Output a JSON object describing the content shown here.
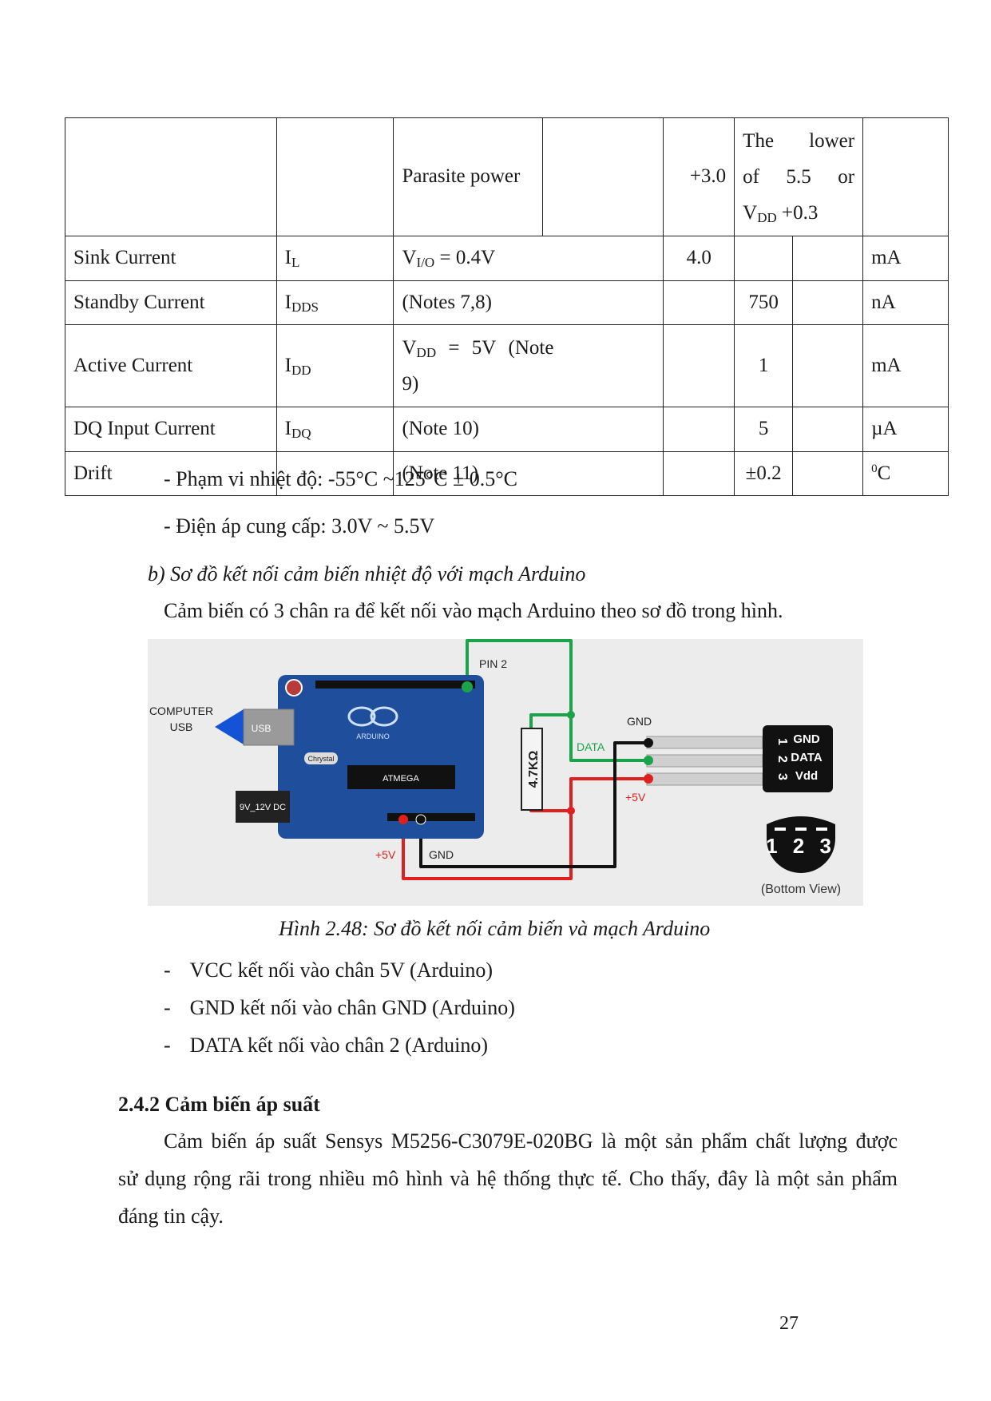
{
  "table": {
    "parasite_row": {
      "condition": "Parasite power",
      "min": "+3.0",
      "max_line1_a": "The",
      "max_line1_b": "lower",
      "max_line2_a": "of",
      "max_line2_b": "5.5",
      "max_line2_c": "or",
      "max_line3_base": "V",
      "max_line3_sub": "DD",
      "max_line3_rest": " +0.3"
    },
    "rows": [
      {
        "param": "Sink Current",
        "sym_base": "I",
        "sym_sub": "L",
        "cond_base": "V",
        "cond_sub": "I/O",
        "cond_rest": " = 0.4V",
        "min": "4.0",
        "typ": "",
        "max": "",
        "unit": "mA"
      },
      {
        "param": "Standby Current",
        "sym_base": "I",
        "sym_sub": "DDS",
        "cond": "(Notes 7,8)",
        "min": "",
        "typ": "750",
        "max": "",
        "unit": "nA"
      },
      {
        "param": "Active Current",
        "sym_base": "I",
        "sym_sub": "DD",
        "cond_l1_base": "V",
        "cond_l1_sub": "DD",
        "cond_l1_eq": "=",
        "cond_l1_v": "5V",
        "cond_l1_note": "(Note",
        "cond_l2": "9)",
        "min": "",
        "typ": "1",
        "max": "",
        "unit": "mA"
      },
      {
        "param": "DQ Input Current",
        "sym_base": "I",
        "sym_sub": "DQ",
        "cond": "(Note 10)",
        "min": "",
        "typ": "5",
        "max": "",
        "unit": "µA"
      },
      {
        "param": "Drift",
        "sym_base": "",
        "sym_sub": "",
        "cond": "(Note 11)",
        "min": "",
        "typ": "±0.2",
        "max": "",
        "unit_sup": "0",
        "unit": "C"
      }
    ]
  },
  "bullets_top": [
    "- Phạm vi nhiệt độ: -55°C ~125°C ± 0.5°C",
    "- Điện áp cung cấp: 3.0V ~ 5.5V"
  ],
  "subheading": "b)  Sơ đồ kết nối cảm biến nhiệt độ với mạch Arduino",
  "intro": "Cảm biến có 3 chân ra để kết nối vào mạch Arduino theo sơ đồ trong hình.",
  "figure": {
    "computer_usb": [
      "COMPUTER",
      "USB"
    ],
    "usb": "USB",
    "power_jack": "9V_12V DC",
    "crystal": "Chrystal",
    "atmega": "ATMEGA",
    "arduino_logo": "ARDUINO",
    "pin2": "PIN 2",
    "resistor": "4.7KΩ",
    "data_wire": "DATA",
    "gnd_wire": "GND",
    "plus5v_right": "+5V",
    "plus5v_bottom": "+5V",
    "gnd_bottom": "GND",
    "sensor_numbers": [
      "1",
      "2",
      "3"
    ],
    "sensor_pins": [
      "GND",
      "DATA",
      "Vdd"
    ],
    "bottom_numbers": "1 2 3",
    "bottom_view": "(Bottom View)",
    "colors": {
      "board": "#1f4f9c",
      "data": "#1aa34a",
      "vcc": "#e01f1f",
      "gnd": "#111111",
      "usb_arrow": "#1553d6"
    }
  },
  "caption": "Hình 2.48: Sơ đồ kết nối cảm biến và mạch Arduino",
  "connections": [
    {
      "dash": "-",
      "text": "VCC kết nối vào chân 5V (Arduino)"
    },
    {
      "dash": "-",
      "text": "GND kết nối vào chân GND (Arduino)"
    },
    {
      "dash": "-",
      "text": "DATA kết nối vào chân 2 (Arduino)"
    }
  ],
  "section_heading": "2.4.2 Cảm biến áp suất",
  "paragraph_lines": [
    "Cảm biến áp suất Sensys M5256-C3079E-020BG là một sản phẩm chất lượng được",
    "sử dụng rộng rãi trong nhiều mô hình và hệ thống thực tế. Cho thấy, đây là một sản phẩm",
    "đáng tin cậy."
  ],
  "page_number": "27"
}
